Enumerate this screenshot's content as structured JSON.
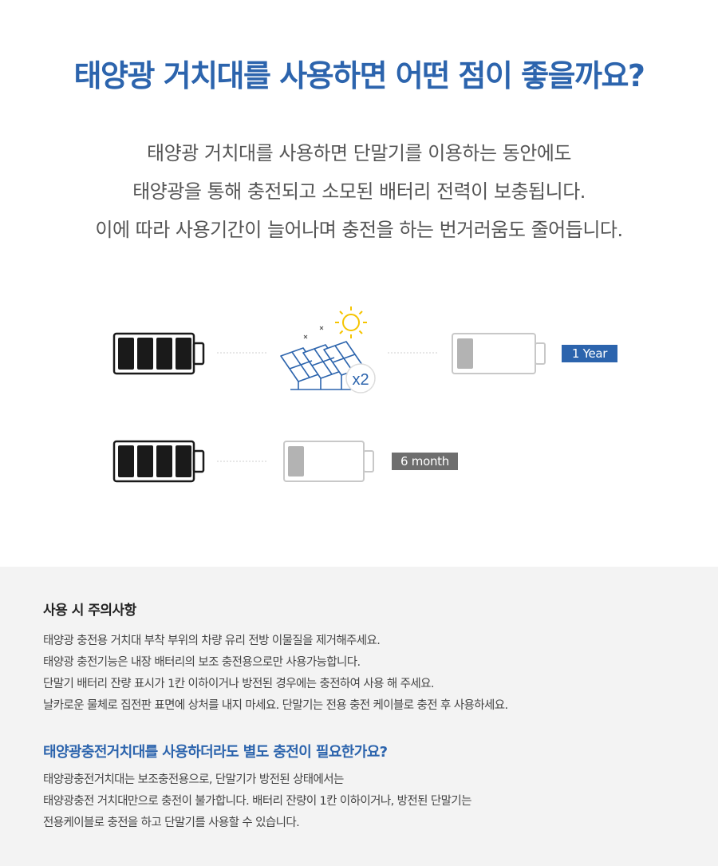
{
  "headline": "태양광 거치대를 사용하면 어떤 점이 좋을까요?",
  "intro": [
    "태양광 거치대를 사용하면 단말기를 이용하는 동안에도",
    "태양광을 통해 충전되고 소모된 배터리 전력이 보충됩니다.",
    "이에 따라 사용기간이 늘어나며 충전을 하는 번거러움도 줄어듭니다."
  ],
  "figure": {
    "multiplier_label": "x2",
    "with_solar_duration": "1 Year",
    "without_solar_duration": "6 month",
    "colors": {
      "accent": "#2c64ad",
      "sun": "#f5c400",
      "battery_full": "#1a1a1a",
      "battery_low": "#b3b3b3",
      "tag_gray": "#6e6e6e"
    },
    "icons": [
      "full-battery-icon",
      "solar-panel-icon",
      "sun-icon",
      "low-battery-icon"
    ]
  },
  "cautions": {
    "title": "사용 시 주의사항",
    "items": [
      "태양광 충전용 거치대 부착 부위의 차량 유리 전방 이물질을 제거해주세요.",
      "태양광 충전기능은 내장 배터리의 보조 충전용으로만 사용가능합니다.",
      "단말기 배터리 잔량 표시가 1칸 이하이거나 방전된 경우에는 충전하여 사용 해 주세요.",
      "날카로운 물체로 집전판 표면에 상처를 내지 마세요. 단말기는 전용 충전 케이블로 충전 후 사용하세요."
    ]
  },
  "faq": {
    "question": "태양광충전거치대를 사용하더라도 별도 충전이 필요한가요?",
    "answer": [
      "태양광충전거치대는 보조충전용으로, 단말기가 방전된 상태에서는",
      "태양광충전 거치대만으로 충전이 불가합니다. 배터리 잔량이 1칸 이하이거나, 방전된 단말기는",
      "전용케이블로 충전을 하고 단말기를 사용할 수 있습니다."
    ]
  }
}
